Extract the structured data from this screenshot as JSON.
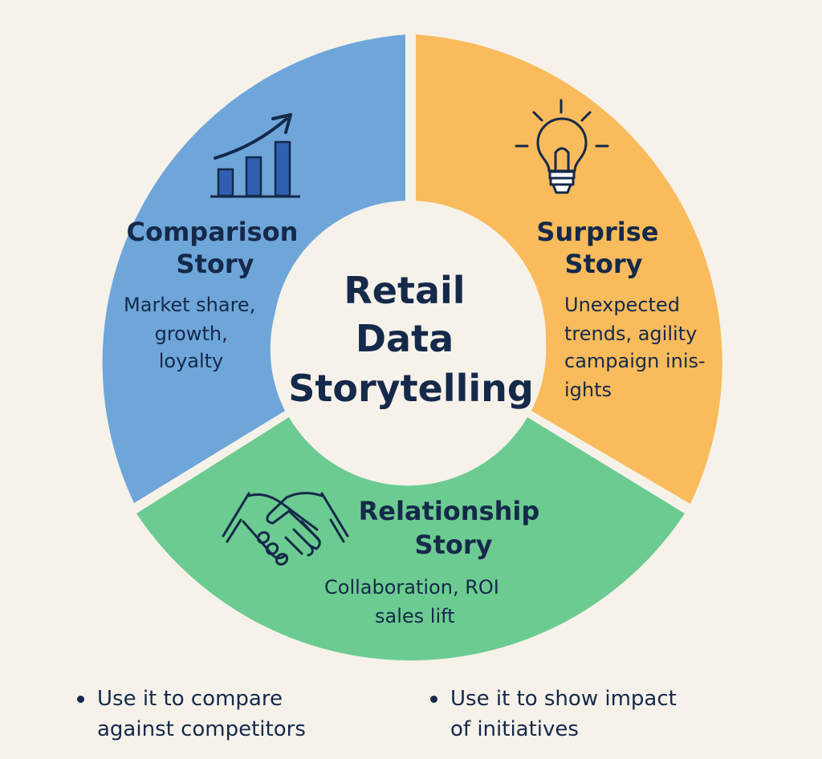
{
  "center": {
    "lines": [
      "Retail",
      "Data",
      "Storytelling"
    ]
  },
  "segments": {
    "comparison": {
      "title_lines": [
        "Comparison",
        "Story"
      ],
      "desc_lines": [
        "Market share,",
        "growth,",
        "loyalty"
      ],
      "icon": "bar-chart-growth-icon",
      "color": "#6ea6d9"
    },
    "surprise": {
      "title_lines": [
        "Surprise",
        "Story"
      ],
      "desc_lines": [
        "Unexpected",
        "trends, agility",
        "campaign inis-",
        "ights"
      ],
      "icon": "lightbulb-icon",
      "color": "#f9bb5b"
    },
    "relationship": {
      "title_lines": [
        "Relationship",
        "Story"
      ],
      "desc_lines": [
        "Collaboration, ROI",
        "sales lift"
      ],
      "icon": "handshake-icon",
      "color": "#6ccb90"
    }
  },
  "colors": {
    "background": "#f6f2ea",
    "text": "#15294a",
    "icon_blue": "#2f5fb0"
  },
  "notes": {
    "left_lines": [
      "Use it to compare",
      "against competitors"
    ],
    "right_lines": [
      "Use it to show impact",
      "of initiatives"
    ]
  }
}
